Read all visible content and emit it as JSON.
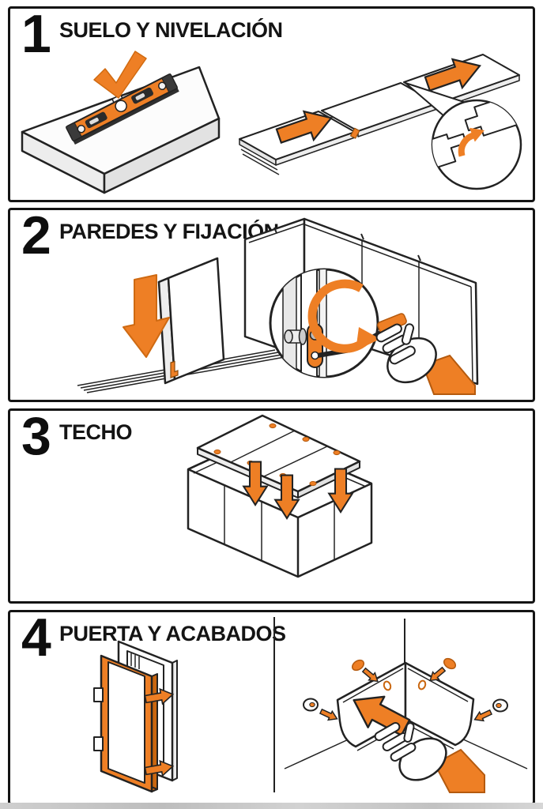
{
  "document": {
    "language": "es",
    "kind": "assembly-instruction-sheet"
  },
  "colors": {
    "accent_orange": "#EE7F25",
    "accent_orange_dark": "#C9660F",
    "line_black": "#1F1F1F",
    "panel_border": "#141414",
    "bottom_strip_gray": "#C9C9C9"
  },
  "steps": [
    {
      "number": "1",
      "title": "SUELO Y NIVELACIÓN",
      "illustrations": [
        "spirit-level-on-slab-with-checkmark",
        "floor-panels-sliding-with-tongue-groove-detail"
      ]
    },
    {
      "number": "2",
      "title": "PAREDES Y FIJACIÓN",
      "illustrations": [
        "wall-panel-lowered-onto-rail",
        "corner-walls-hex-key-cam-lock-detail"
      ]
    },
    {
      "number": "3",
      "title": "TECHO",
      "illustrations": [
        "roof-panel-lowered-onto-box"
      ]
    },
    {
      "number": "4",
      "title": "PUERTA Y ACABADOS",
      "illustrations": [
        "door-frame-installation",
        "corner-trim-push-with-plugs"
      ]
    }
  ]
}
